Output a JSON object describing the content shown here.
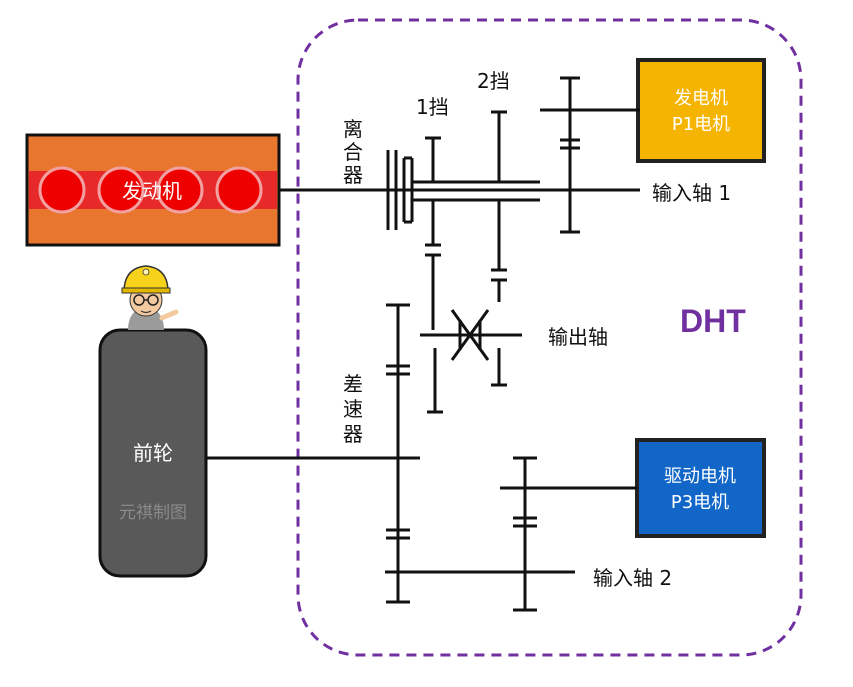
{
  "engine": {
    "label": "发动机",
    "color": "#e8762f",
    "band_color": "#e8292a",
    "cylinder_color": "#ee0000"
  },
  "generator": {
    "line1": "发电机",
    "line2": "P1电机",
    "color": "#f5b400"
  },
  "drive_motor": {
    "line1": "驱动电机",
    "line2": "P3电机",
    "color": "#1166c8"
  },
  "front_wheel": {
    "label": "前轮",
    "watermark": "元祺制图",
    "color": "#595959"
  },
  "dht": {
    "label": "DHT",
    "color": "#7030a0",
    "border_color": "#7030a0"
  },
  "labels": {
    "input_shaft_1": "输入轴 1",
    "input_shaft_2": "输入轴 2",
    "output_shaft": "输出轴",
    "gear_1": "1挡",
    "gear_2": "2挡",
    "clutch": [
      "离",
      "合",
      "器"
    ],
    "differential": [
      "差",
      "速",
      "器"
    ]
  },
  "icons": {
    "mascot": "worker-with-hardhat-icon"
  }
}
